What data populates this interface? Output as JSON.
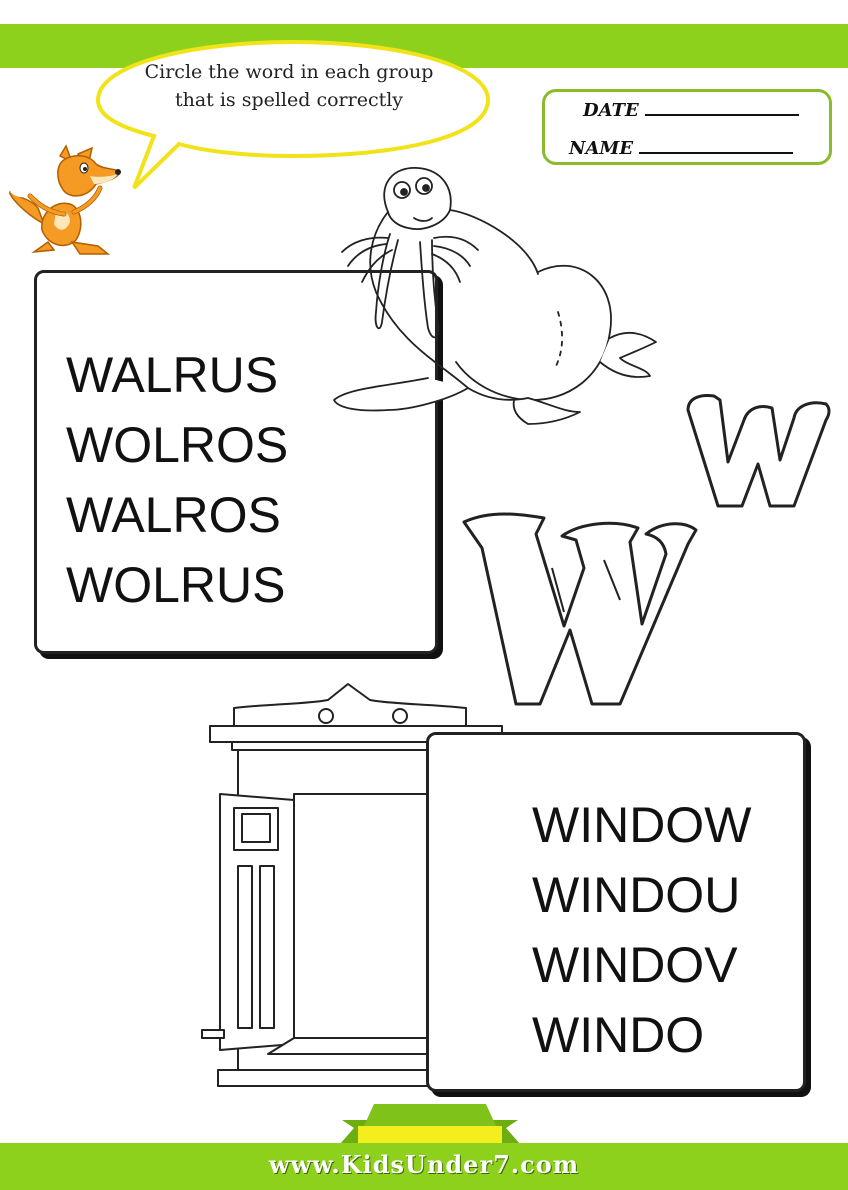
{
  "instructions": [
    "Circle the word in each group",
    "that is spelled correctly"
  ],
  "form": {
    "date_label": "DATE",
    "name_label": "NAME"
  },
  "groups": [
    {
      "words": [
        "WALRUS",
        "WOLROS",
        "WALROS",
        "WOLRUS"
      ],
      "picture": "walrus"
    },
    {
      "words": [
        "WINDOW",
        "WINDOU",
        "WINDOV",
        "WINDO"
      ],
      "picture": "window"
    }
  ],
  "letters": [
    "W",
    "w"
  ],
  "footer": {
    "url": "www.KidsUnder7.com"
  },
  "colors": {
    "band": "#8dd11c",
    "bubble_border": "#f2e21a",
    "box_border": "#8bbb2c",
    "fox": "#f59a23"
  },
  "icons": {
    "mascot": "fox-mascot-icon",
    "animal": "walrus-icon",
    "object": "window-icon"
  }
}
